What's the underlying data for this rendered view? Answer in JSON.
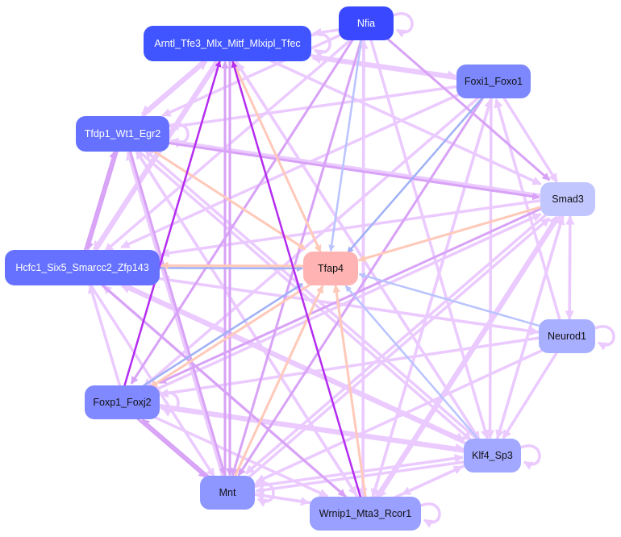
{
  "graph": {
    "nodes": [
      {
        "id": "Nfia",
        "label": "Nfia",
        "fill": "#3a48ff",
        "text": "#ffffff"
      },
      {
        "id": "Arntl",
        "label": "Arntl_Tfe3_Mlx_Mitf_Mlxipl_Tfec",
        "fill": "#4054ff",
        "text": "#ffffff"
      },
      {
        "id": "Foxi1",
        "label": "Foxi1_Foxo1",
        "fill": "#7d88ff",
        "text": "#111111"
      },
      {
        "id": "Tfdp1",
        "label": "Tfdp1_Wt1_Egr2",
        "fill": "#6672ff",
        "text": "#ffffff"
      },
      {
        "id": "Smad3",
        "label": "Smad3",
        "fill": "#c2c6ff",
        "text": "#111111"
      },
      {
        "id": "Tfap4",
        "label": "Tfap4",
        "fill": "#ffb3b3",
        "text": "#111111"
      },
      {
        "id": "Hcfc1",
        "label": "Hcfc1_Six5_Smarcc2_Zfp143",
        "fill": "#6672ff",
        "text": "#ffffff"
      },
      {
        "id": "Neurod1",
        "label": "Neurod1",
        "fill": "#a9afff",
        "text": "#111111"
      },
      {
        "id": "Foxp1",
        "label": "Foxp1_Foxj2",
        "fill": "#8089ff",
        "text": "#111111"
      },
      {
        "id": "Klf4",
        "label": "Klf4_Sp3",
        "fill": "#a2a8ff",
        "text": "#111111"
      },
      {
        "id": "Mnt",
        "label": "Mnt",
        "fill": "#8e96ff",
        "text": "#111111"
      },
      {
        "id": "Wrnip1",
        "label": "Wrnip1_Mta3_Rcor1",
        "fill": "#99a0ff",
        "text": "#111111"
      }
    ],
    "edge_colors": {
      "light": "#ebcaff",
      "mid": "#d8a2f7",
      "strong": "#b42cf0",
      "blue": "#b9c3ff",
      "peach": "#ffc9b9",
      "steel": "#9fb0f5"
    },
    "edges": [
      [
        "Nfia",
        "Arntl",
        "light"
      ],
      [
        "Nfia",
        "Smad3",
        "mid"
      ],
      [
        "Nfia",
        "Tfap4",
        "blue"
      ],
      [
        "Nfia",
        "Klf4",
        "light"
      ],
      [
        "Nfia",
        "Wrnip1",
        "light"
      ],
      [
        "Nfia",
        "Mnt",
        "mid"
      ],
      [
        "Nfia",
        "Hcfc1",
        "light"
      ],
      [
        "Nfia",
        "Foxp1",
        "mid"
      ],
      [
        "Nfia",
        "Tfdp1",
        "light"
      ],
      [
        "Nfia",
        "Nfia",
        "light"
      ],
      [
        "Arntl",
        "Arntl",
        "light"
      ],
      [
        "Arntl",
        "Tfap4",
        "peach"
      ],
      [
        "Arntl",
        "Foxi1",
        "light"
      ],
      [
        "Arntl",
        "Mnt",
        "mid"
      ],
      [
        "Arntl",
        "Klf4",
        "light"
      ],
      [
        "Arntl",
        "Smad3",
        "light"
      ],
      [
        "Arntl",
        "Hcfc1",
        "light"
      ],
      [
        "Arntl",
        "Tfdp1",
        "light"
      ],
      [
        "Foxi1",
        "Arntl",
        "light"
      ],
      [
        "Foxi1",
        "Tfap4",
        "steel"
      ],
      [
        "Foxi1",
        "Smad3",
        "light"
      ],
      [
        "Foxi1",
        "Klf4",
        "light"
      ],
      [
        "Foxi1",
        "Mnt",
        "mid"
      ],
      [
        "Foxi1",
        "Foxp1",
        "light"
      ],
      [
        "Foxi1",
        "Tfdp1",
        "light"
      ],
      [
        "Foxi1",
        "Hcfc1",
        "light"
      ],
      [
        "Foxi1",
        "Wrnip1",
        "light"
      ],
      [
        "Tfdp1",
        "Tfdp1",
        "light"
      ],
      [
        "Tfdp1",
        "Tfap4",
        "peach"
      ],
      [
        "Tfdp1",
        "Smad3",
        "mid"
      ],
      [
        "Tfdp1",
        "Mnt",
        "mid"
      ],
      [
        "Tfdp1",
        "Klf4",
        "light"
      ],
      [
        "Tfdp1",
        "Wrnip1",
        "light"
      ],
      [
        "Tfdp1",
        "Hcfc1",
        "mid"
      ],
      [
        "Tfdp1",
        "Arntl",
        "light"
      ],
      [
        "Smad3",
        "Tfap4",
        "peach"
      ],
      [
        "Smad3",
        "Hcfc1",
        "light"
      ],
      [
        "Smad3",
        "Neurod1",
        "light"
      ],
      [
        "Smad3",
        "Klf4",
        "light"
      ],
      [
        "Smad3",
        "Mnt",
        "light"
      ],
      [
        "Smad3",
        "Foxp1",
        "mid"
      ],
      [
        "Smad3",
        "Wrnip1",
        "light"
      ],
      [
        "Smad3",
        "Tfdp1",
        "light"
      ],
      [
        "Hcfc1",
        "Tfap4",
        "steel"
      ],
      [
        "Tfap4",
        "Hcfc1",
        "peach"
      ],
      [
        "Hcfc1",
        "Tfdp1",
        "mid"
      ],
      [
        "Hcfc1",
        "Arntl",
        "light"
      ],
      [
        "Hcfc1",
        "Klf4",
        "light"
      ],
      [
        "Hcfc1",
        "Wrnip1",
        "mid"
      ],
      [
        "Hcfc1",
        "Neurod1",
        "light"
      ],
      [
        "Hcfc1",
        "Mnt",
        "light"
      ],
      [
        "Neurod1",
        "Neurod1",
        "light"
      ],
      [
        "Neurod1",
        "Tfap4",
        "blue"
      ],
      [
        "Neurod1",
        "Hcfc1",
        "light"
      ],
      [
        "Neurod1",
        "Foxp1",
        "light"
      ],
      [
        "Neurod1",
        "Mnt",
        "light"
      ],
      [
        "Neurod1",
        "Klf4",
        "light"
      ],
      [
        "Neurod1",
        "Smad3",
        "light"
      ],
      [
        "Neurod1",
        "Foxi1",
        "light"
      ],
      [
        "Foxp1",
        "Foxp1",
        "light"
      ],
      [
        "Foxp1",
        "Tfap4",
        "steel"
      ],
      [
        "Tfap4",
        "Foxp1",
        "peach"
      ],
      [
        "Foxp1",
        "Arntl",
        "strong"
      ],
      [
        "Foxp1",
        "Hcfc1",
        "light"
      ],
      [
        "Foxp1",
        "Klf4",
        "light"
      ],
      [
        "Foxp1",
        "Mnt",
        "mid"
      ],
      [
        "Foxp1",
        "Wrnip1",
        "light"
      ],
      [
        "Foxp1",
        "Smad3",
        "light"
      ],
      [
        "Klf4",
        "Klf4",
        "light"
      ],
      [
        "Klf4",
        "Tfap4",
        "blue"
      ],
      [
        "Klf4",
        "Hcfc1",
        "light"
      ],
      [
        "Klf4",
        "Tfdp1",
        "light"
      ],
      [
        "Klf4",
        "Arntl",
        "light"
      ],
      [
        "Klf4",
        "Foxp1",
        "light"
      ],
      [
        "Klf4",
        "Wrnip1",
        "light"
      ],
      [
        "Klf4",
        "Mnt",
        "light"
      ],
      [
        "Klf4",
        "Smad3",
        "light"
      ],
      [
        "Mnt",
        "Mnt",
        "light"
      ],
      [
        "Mnt",
        "Tfap4",
        "peach"
      ],
      [
        "Mnt",
        "Arntl",
        "mid"
      ],
      [
        "Mnt",
        "Foxp1",
        "mid"
      ],
      [
        "Mnt",
        "Wrnip1",
        "light"
      ],
      [
        "Mnt",
        "Tfdp1",
        "light"
      ],
      [
        "Mnt",
        "Smad3",
        "light"
      ],
      [
        "Mnt",
        "Klf4",
        "light"
      ],
      [
        "Wrnip1",
        "Wrnip1",
        "light"
      ],
      [
        "Wrnip1",
        "Arntl",
        "strong"
      ],
      [
        "Wrnip1",
        "Tfap4",
        "peach"
      ],
      [
        "Wrnip1",
        "Mnt",
        "light"
      ],
      [
        "Wrnip1",
        "Klf4",
        "light"
      ],
      [
        "Wrnip1",
        "Hcfc1",
        "light"
      ],
      [
        "Wrnip1",
        "Tfdp1",
        "light"
      ],
      [
        "Wrnip1",
        "Nfia",
        "light"
      ],
      [
        "Wrnip1",
        "Smad3",
        "light"
      ],
      [
        "Wrnip1",
        "Foxi1",
        "light"
      ]
    ]
  }
}
